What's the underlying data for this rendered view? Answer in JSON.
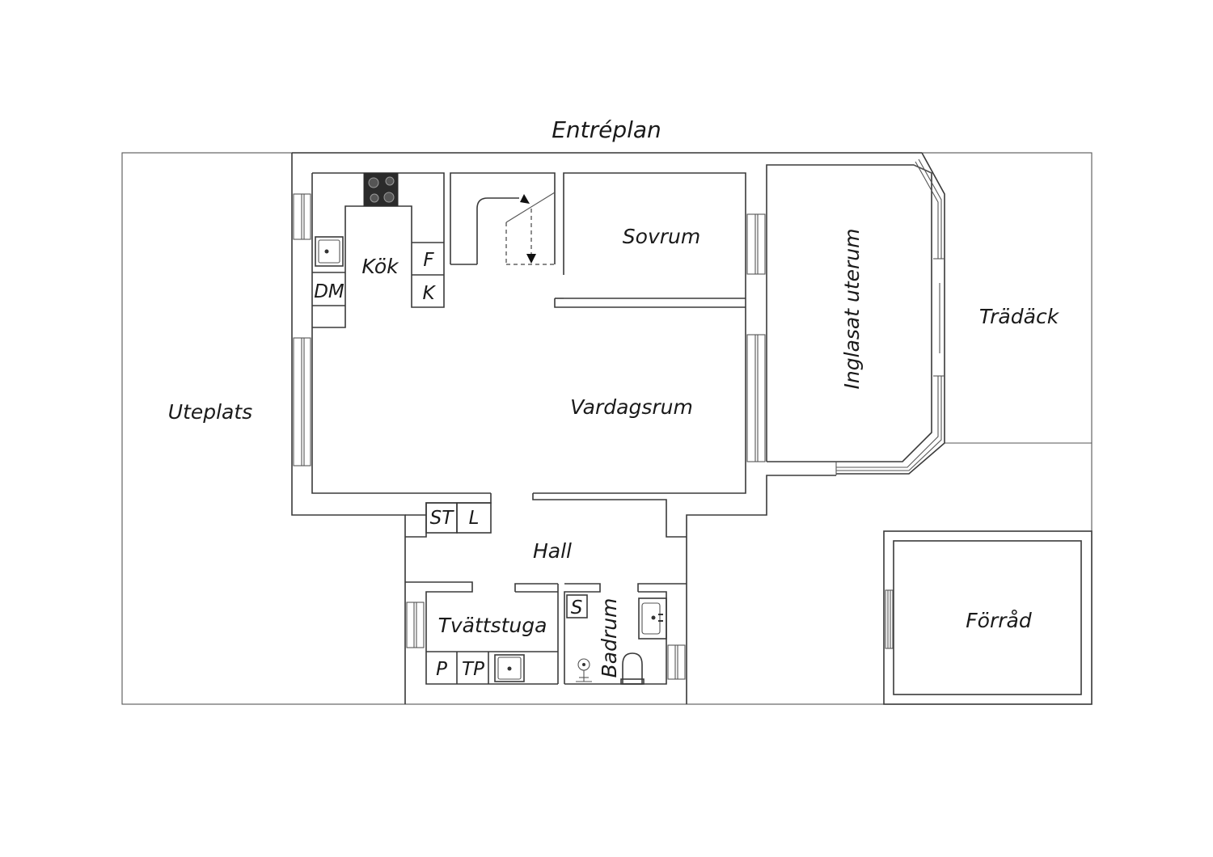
{
  "title": "Entréplan",
  "rooms": {
    "uteplats": "Uteplats",
    "kok": "Kök",
    "sovrum": "Sovrum",
    "inglasat_uterum": "Inglasat uterum",
    "tradack": "Trädäck",
    "vardagsrum": "Vardagsrum",
    "hall": "Hall",
    "tvattstuga": "Tvättstuga",
    "badrum": "Badrum",
    "forrad": "Förråd"
  },
  "fixtures": {
    "dm": "DM",
    "f": "F",
    "k": "K",
    "st": "ST",
    "l": "L",
    "s": "S",
    "p": "P",
    "tp": "TP"
  },
  "icons": {
    "stove": "stove-icon",
    "kitchen_sink": "kitchen-sink-icon",
    "laundry_sink": "laundry-sink-icon",
    "bath_sink": "bathroom-sink-icon",
    "toilet": "toilet-icon",
    "shower": "shower-icon",
    "stairs": "stairs-icon"
  }
}
